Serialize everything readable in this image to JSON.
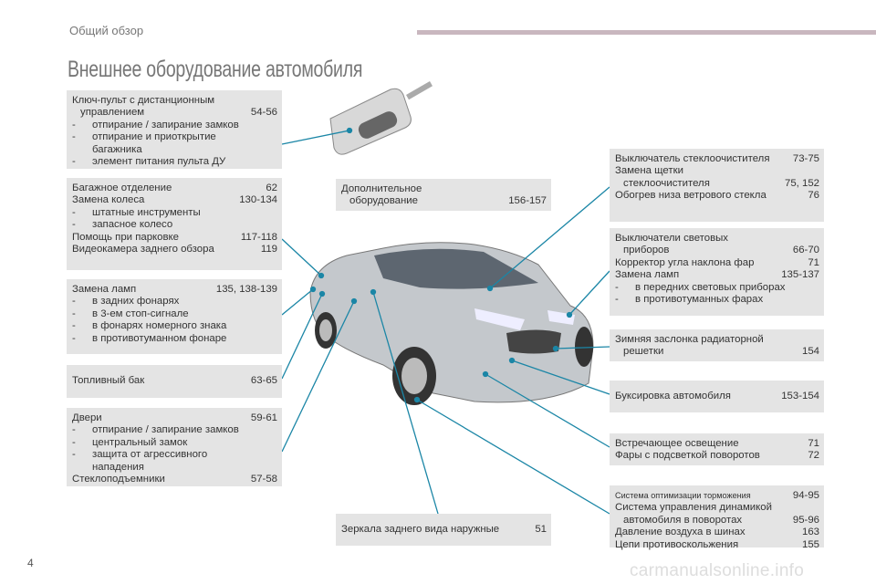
{
  "header": {
    "section": "Общий обзор",
    "title": "Внешнее оборудование автомобиля"
  },
  "page_number": "4",
  "watermark": "carmanualsonline.info",
  "colors": {
    "box": "#e4e4e4",
    "leader": "#1b86a6",
    "bar": "#c9b7bf"
  },
  "left": [
    {
      "lines": [
        {
          "t": "Ключ-пульт с дистанционным"
        },
        {
          "t": "управлением",
          "p": "54-56",
          "ind": true
        },
        {
          "t": "отпирание / запирание замков",
          "dash": true
        },
        {
          "t": "отпирание и приоткрытие",
          "dash": true
        },
        {
          "t": "багажника",
          "cont": true
        },
        {
          "t": "элемент питания пульта ДУ",
          "dash": true
        }
      ]
    },
    {
      "lines": [
        {
          "t": "Багажное отделение",
          "p": "62"
        },
        {
          "t": "Замена колеса",
          "p": "130-134"
        },
        {
          "t": "штатные инструменты",
          "dash": true
        },
        {
          "t": "запасное колесо",
          "dash": true
        },
        {
          "t": "Помощь при парковке",
          "p": "117-118"
        },
        {
          "t": "Видеокамера заднего обзора",
          "p": "119"
        }
      ]
    },
    {
      "lines": [
        {
          "t": "Замена ламп",
          "p": "135, 138-139"
        },
        {
          "t": "в задних фонарях",
          "dash": true
        },
        {
          "t": "в 3-ем стоп-сигнале",
          "dash": true
        },
        {
          "t": "в фонарях номерного знака",
          "dash": true
        },
        {
          "t": "в противотуманном фонаре",
          "dash": true
        }
      ]
    },
    {
      "lines": [
        {
          "t": "Топливный бак",
          "p": "63-65"
        }
      ]
    },
    {
      "lines": [
        {
          "t": "Двери",
          "p": "59-61"
        },
        {
          "t": "отпирание / запирание замков",
          "dash": true
        },
        {
          "t": "центральный замок",
          "dash": true
        },
        {
          "t": "защита от агрессивного",
          "dash": true
        },
        {
          "t": "нападения",
          "cont": true
        },
        {
          "t": "Стеклоподъемники",
          "p": "57-58"
        }
      ]
    }
  ],
  "middle": [
    {
      "lines": [
        {
          "t": "Дополнительное"
        },
        {
          "t": "оборудование",
          "p": "156-157",
          "ind": true
        }
      ]
    },
    {
      "lines": [
        {
          "t": "Зеркала заднего вида наружные",
          "p": "51"
        }
      ]
    }
  ],
  "right": [
    {
      "lines": [
        {
          "t": "Выключатель стеклоочистителя",
          "p": "73-75"
        },
        {
          "t": "Замена щетки"
        },
        {
          "t": "стеклоочистителя",
          "p": "75, 152",
          "ind": true
        },
        {
          "t": "Обогрев низа ветрового стекла",
          "p": "76"
        }
      ]
    },
    {
      "lines": [
        {
          "t": "Выключатели световых"
        },
        {
          "t": "приборов",
          "p": "66-70",
          "ind": true
        },
        {
          "t": "Корректор угла наклона фар",
          "p": "71"
        },
        {
          "t": "Замена ламп",
          "p": "135-137"
        },
        {
          "t": "в передних световых приборах",
          "dash": true
        },
        {
          "t": "в противотуманных фарах",
          "dash": true
        }
      ]
    },
    {
      "lines": [
        {
          "t": "Зимняя заслонка радиаторной"
        },
        {
          "t": "решетки",
          "p": "154",
          "ind": true
        }
      ]
    },
    {
      "lines": [
        {
          "t": "Буксировка автомобиля",
          "p": "153-154"
        }
      ]
    },
    {
      "lines": [
        {
          "t": "Встречающее освещение",
          "p": "71"
        },
        {
          "t": "Фары с подсветкой поворотов",
          "p": "72"
        }
      ]
    },
    {
      "lines": [
        {
          "t": "Система оптимизации торможения",
          "p": "94-95",
          "small": true
        },
        {
          "t": "Система управления динамикой"
        },
        {
          "t": "автомобиля в поворотах",
          "p": "95-96",
          "ind": true
        },
        {
          "t": "Давление воздуха в шинах",
          "p": "163"
        },
        {
          "t": "Цепи противоскольжения",
          "p": "155"
        }
      ]
    }
  ]
}
